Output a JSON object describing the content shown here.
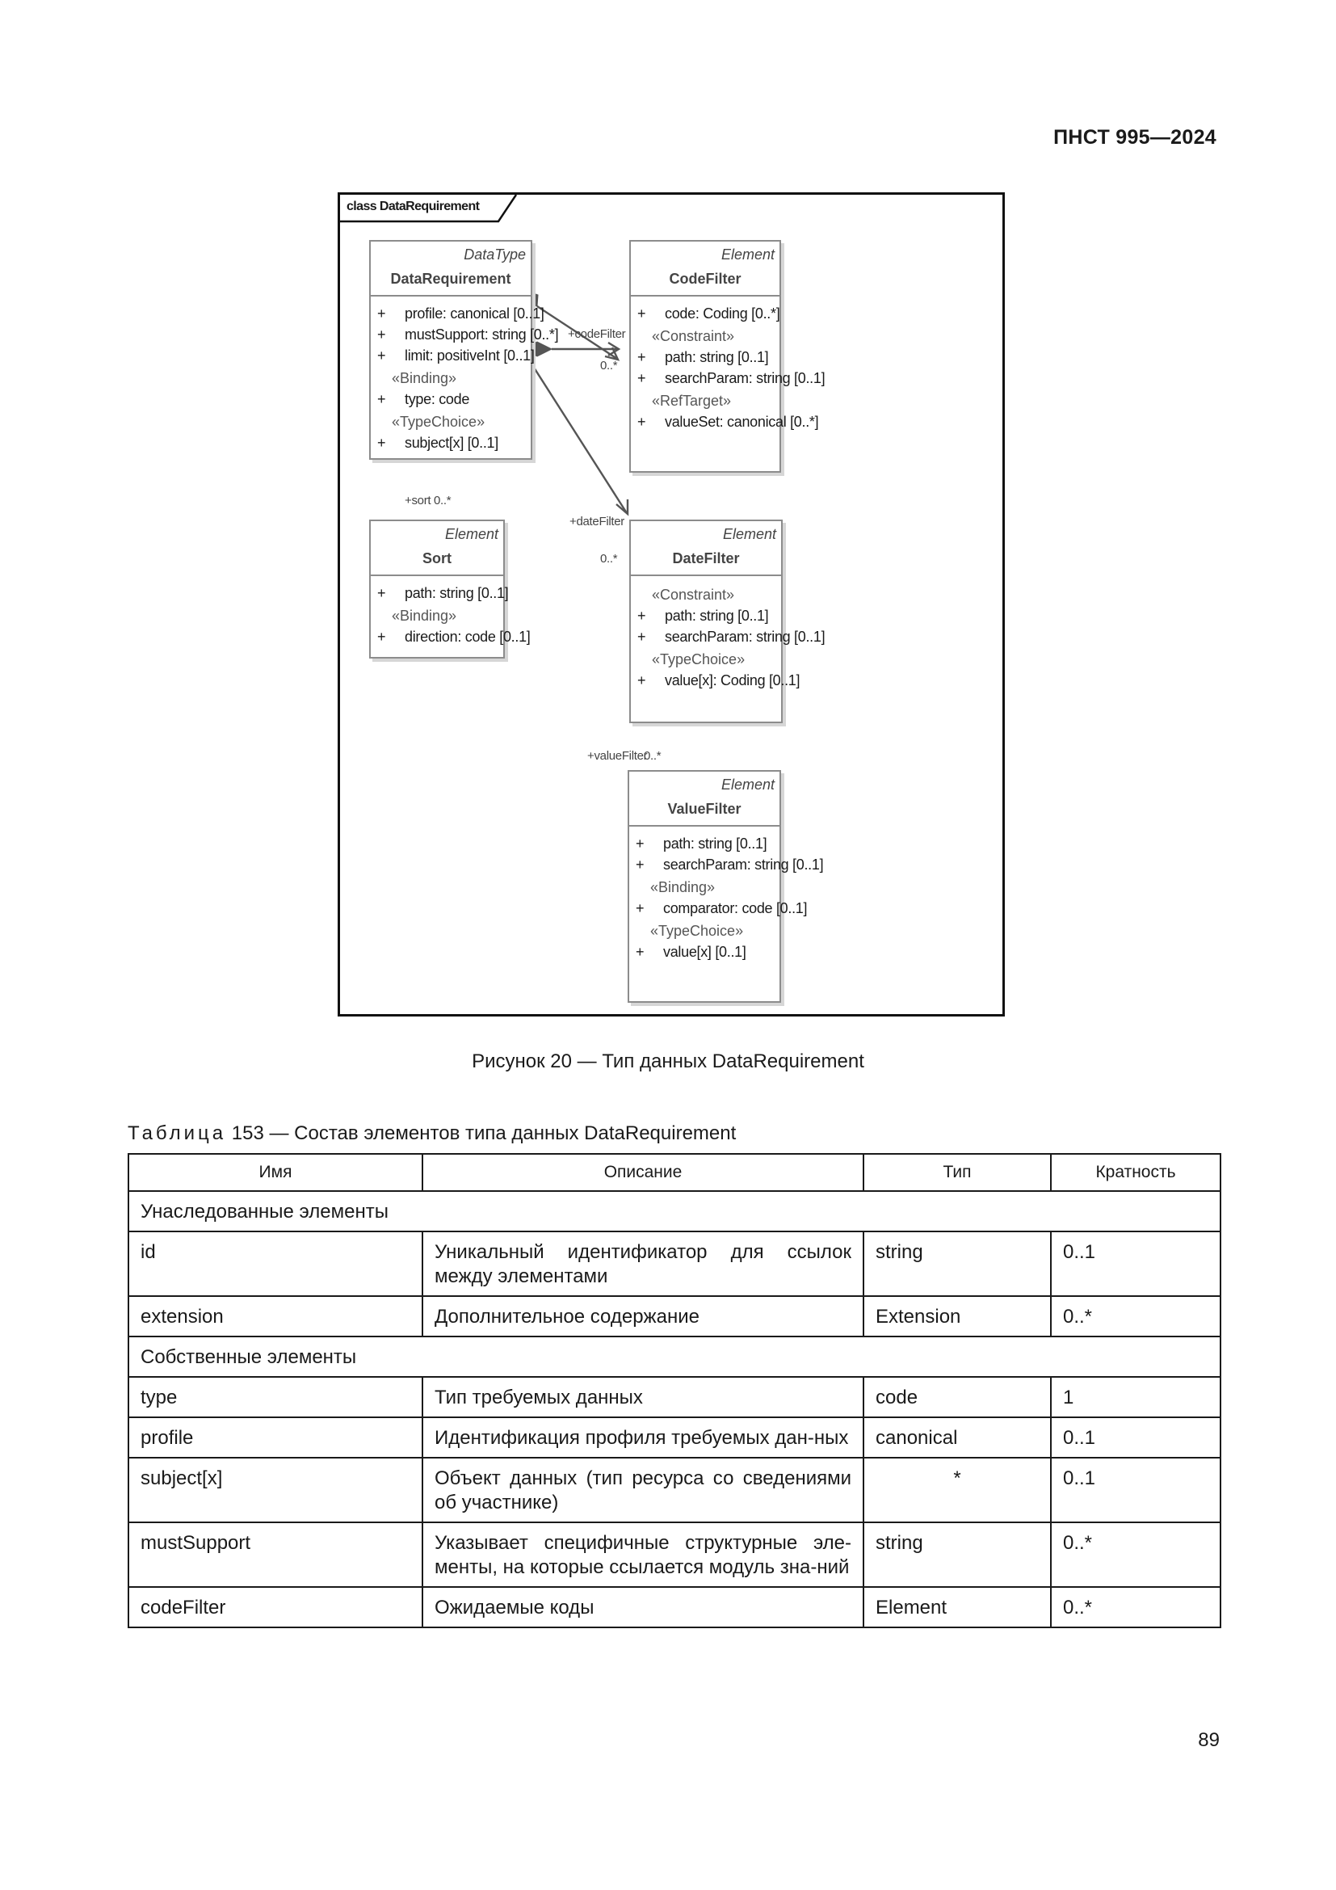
{
  "header": {
    "doc_code": "ПНСТ 995—2024"
  },
  "diagram": {
    "frame_label": "class DataRequirement",
    "classes": {
      "data_requirement": {
        "stereotype": "DataType",
        "name": "DataRequirement",
        "rows": [
          {
            "kind": "attr",
            "vis": "+",
            "text": "profile: canonical [0..1]"
          },
          {
            "kind": "attr",
            "vis": "+",
            "text": "mustSupport: string [0..*]"
          },
          {
            "kind": "attr",
            "vis": "+",
            "text": "limit: positiveInt [0..1]"
          },
          {
            "kind": "group",
            "text": "«Binding»"
          },
          {
            "kind": "attr",
            "vis": "+",
            "text": "type: code"
          },
          {
            "kind": "group",
            "text": "«TypeChoice»"
          },
          {
            "kind": "attr",
            "vis": "+",
            "text": "subject[x] [0..1]"
          }
        ]
      },
      "code_filter": {
        "stereotype": "Element",
        "name": "CodeFilter",
        "rows": [
          {
            "kind": "attr",
            "vis": "+",
            "text": "code: Coding [0..*]"
          },
          {
            "kind": "group",
            "text": "«Constraint»"
          },
          {
            "kind": "attr",
            "vis": "+",
            "text": "path: string [0..1]"
          },
          {
            "kind": "attr",
            "vis": "+",
            "text": "searchParam: string [0..1]"
          },
          {
            "kind": "group",
            "text": "«RefTarget»"
          },
          {
            "kind": "attr",
            "vis": "+",
            "text": "valueSet: canonical [0..*]"
          }
        ]
      },
      "sort": {
        "stereotype": "Element",
        "name": "Sort",
        "rows": [
          {
            "kind": "attr",
            "vis": "+",
            "text": "path: string [0..1]"
          },
          {
            "kind": "group",
            "text": "«Binding»"
          },
          {
            "kind": "attr",
            "vis": "+",
            "text": "direction: code [0..1]"
          }
        ]
      },
      "date_filter": {
        "stereotype": "Element",
        "name": "DateFilter",
        "rows": [
          {
            "kind": "group",
            "text": "«Constraint»"
          },
          {
            "kind": "attr",
            "vis": "+",
            "text": "path: string [0..1]"
          },
          {
            "kind": "attr",
            "vis": "+",
            "text": "searchParam: string [0..1]"
          },
          {
            "kind": "group",
            "text": "«TypeChoice»"
          },
          {
            "kind": "attr",
            "vis": "+",
            "text": "value[x]: Coding [0..1]"
          }
        ]
      },
      "value_filter": {
        "stereotype": "Element",
        "name": "ValueFilter",
        "rows": [
          {
            "kind": "attr",
            "vis": "+",
            "text": "path: string [0..1]"
          },
          {
            "kind": "attr",
            "vis": "+",
            "text": "searchParam: string [0..1]"
          },
          {
            "kind": "group",
            "text": "«Binding»"
          },
          {
            "kind": "attr",
            "vis": "+",
            "text": "comparator: code [0..1]"
          },
          {
            "kind": "group",
            "text": "«TypeChoice»"
          },
          {
            "kind": "attr",
            "vis": "+",
            "text": "value[x] [0..1]"
          }
        ]
      }
    },
    "roles": {
      "code_filter": "+codeFilter",
      "code_filter_mult": "0..*",
      "sort": "+sort",
      "sort_mult": "0..*",
      "date_filter": "+dateFilter",
      "date_filter_mult": "0..*",
      "value_filter": "+valueFilter",
      "value_filter_mult": "0..*"
    }
  },
  "figure_caption": "Рисунок 20 — Тип данных DataRequirement",
  "table": {
    "title_word": "Таблица",
    "title_rest": " 153 — Состав элементов типа данных DataRequirement",
    "headers": {
      "name": "Имя",
      "description": "Описание",
      "type": "Тип",
      "cardinality": "Кратность"
    },
    "sections": {
      "inherited": "Унаследованные элементы",
      "own": "Собственные элементы"
    },
    "rows": {
      "id": {
        "name": "id",
        "description": "Уникальный идентификатор для ссылок между элементами",
        "type": "string",
        "cardinality": "0..1"
      },
      "extension": {
        "name": "extension",
        "description": "Дополнительное содержание",
        "type": "Extension",
        "cardinality": "0..*"
      },
      "type": {
        "name": "type",
        "description": "Тип требуемых данных",
        "type": "code",
        "cardinality": "1"
      },
      "profile": {
        "name": "profile",
        "description": "Идентификация профиля требуемых дан-ных",
        "type": "canonical",
        "cardinality": "0..1"
      },
      "subject": {
        "name": "subject[x]",
        "description": "Объект данных (тип ресурса со сведениями об участнике)",
        "type": "*",
        "cardinality": "0..1"
      },
      "must_support": {
        "name": "mustSupport",
        "description": "Указывает специфичные структурные эле-менты, на которые ссылается модуль зна-ний",
        "type": "string",
        "cardinality": "0..*"
      },
      "code_filter": {
        "name": "codeFilter",
        "description": "Ожидаемые коды",
        "type": "Element",
        "cardinality": "0..*"
      }
    }
  },
  "footer": {
    "page_number": "89"
  }
}
